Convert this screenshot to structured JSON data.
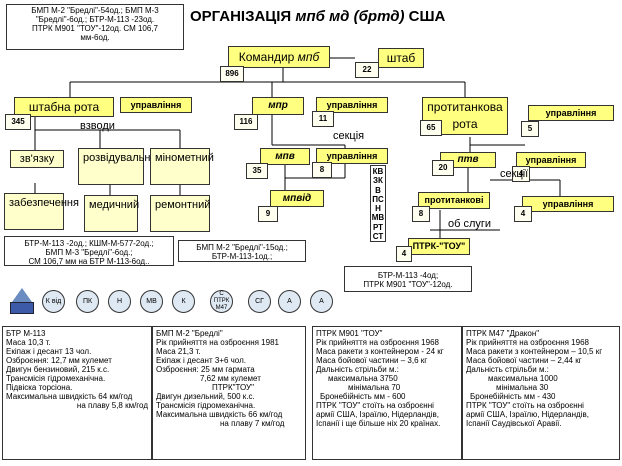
{
  "title_plain": "ОРГАНІЗАЦІЯ",
  "title_italic": "мпб мд (бртд)",
  "title_tail": "США",
  "top_note": [
    "БМП М-2 \"Бредлі\"-54од.; БМП М-3",
    "\"Бредлі\"-6од.; БТР-М-113 -23од.",
    "ПТРК М901 \"ТОУ\"-12од. СМ 106,7",
    "мм-6од."
  ],
  "commander": {
    "prefix": "Командир",
    "unit": "мпб",
    "count": "896"
  },
  "staff": {
    "label": "штаб",
    "count": "22"
  },
  "staff_company": {
    "label": "штабна рота",
    "count": "345",
    "mgmt": "управління"
  },
  "platoons_label": "взводи",
  "platoons": [
    "зв'язку",
    "розвідувальний",
    "мінометний",
    "забезпечення",
    "медичний",
    "ремонтний"
  ],
  "hq_note": [
    "БТР-М-113 -2од.; КШМ-М-577-2од.;",
    "БМП М-3 \"Бредлі\"-6од.;",
    "СМ 106,7 мм на БТР М-113-6од.."
  ],
  "infantry_company": {
    "label": "мпр",
    "count": "116",
    "mgmt": "управління",
    "mgmt_count": "11"
  },
  "section_label": "секція",
  "infantry_platoon": {
    "label": "мпв",
    "count": "35",
    "mgmt": "управління",
    "mgmt_count": "8"
  },
  "squad": {
    "label": "мпвід",
    "count": "9"
  },
  "weapons_column": [
    "КВ",
    "ЗК",
    "В",
    "ПС",
    "Н",
    "МВ",
    "РТ",
    "СТ"
  ],
  "inf_note": [
    "БМП М-2 \"Бредлі\"-15од.;",
    "БТР-М-113-1од.;"
  ],
  "at_company": {
    "label": "протитанкова рота",
    "count": "65",
    "mgmt": "управління",
    "mgmt_count": "5"
  },
  "at_platoon": {
    "label": "птв",
    "count": "20",
    "mgmt": "управління",
    "mgmt_count": "4"
  },
  "sections_label": "секції",
  "at_sections": {
    "label": "протитанкові",
    "count": "8"
  },
  "crews_label": "об слуги",
  "ptrk": {
    "label": "ПТРК-\"ТОУ\"",
    "count": "4"
  },
  "at_note": [
    "БТР-М-113 -4од;",
    "ПТРК М901 \"ТОУ\"-12од."
  ],
  "legend_circles": [
    "К від",
    "ПК",
    "Н",
    "МВ",
    "К",
    "С ПТРК М47",
    "СГ",
    "А",
    "А"
  ],
  "panels": [
    [
      "БТР М-113",
      "Маса 10,3 т.",
      "Екіпаж і десант 13 чол.",
      "Озброєння: 12,7 мм кулемет",
      "Двигун бензиновий, 215 к.с.",
      "Трансмісія гідромеханічна.",
      "Підвіска торсіона.",
      "Максимальна швидкість 64 км/год",
      "на плаву 5,8 км/год"
    ],
    [
      "БМП М-2 \"Бредлі\"",
      "Рік прийняття на озброєння 1981",
      "Маса 21,3 т.",
      "Екіпаж і десант 3+6 чол.",
      "Озброєння: 25 мм гармата",
      "7,62 мм кулемет",
      "ПТРК\"ТОУ\"",
      "Двигун дизельний, 500 к.с.",
      "Трансмісія гідромеханічна.",
      "Максимальна швидкість 66 км/год",
      "на плаву 7 км/год"
    ],
    [
      "ПТРК М901 \"ТОУ\"",
      "Рік прийняття на озброєння 1968",
      "Маса ракети з контейнером - 24 кг",
      "Маса бойової частини – 3,6 кг",
      "Дальність стрільби м.:",
      "максимальна 3750",
      "мінімальна 70",
      "Бронебійність мм - 600",
      "ПТРК \"ТОУ\" стоїть на озброєнні",
      "армії США, Ізраїлю, Нідерландів,",
      "Іспанії і ще більше ніх 20 країнах."
    ],
    [
      "ПТРК М47 \"Дракон\"",
      "Рік прийняття на озброєння 1968",
      "Маса ракети з контейнером – 10,5 кг",
      "Маса бойової частини – 2,44 кг",
      "Дальність стрільби м.:",
      "максимальна 1000",
      "мінімальна 30",
      "Бронебійність мм - 430",
      "ПТРК \"ТОУ\" стоїть на озброєнні",
      "армії США, Ізраїлю, Нідерландів,",
      "Іспанії Саудівської Аравії."
    ]
  ]
}
